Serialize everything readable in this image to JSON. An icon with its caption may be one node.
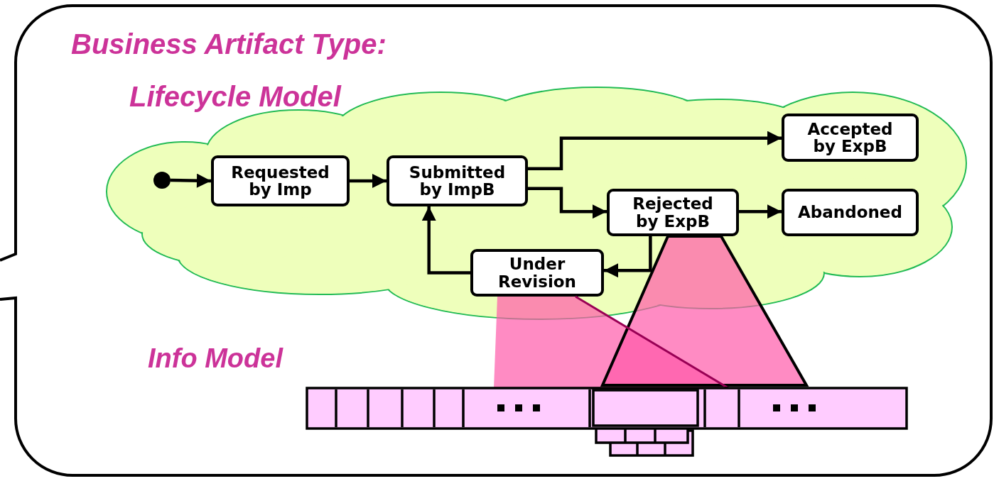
{
  "diagram": {
    "nodes": [
      {
        "text": [
          "Business Artifact Type:"
        ]
      },
      {
        "text": [
          "Lifecycle Model"
        ],
        "in": 0
      },
      {
        "text": [],
        "shape": "circle",
        "in": 1
      },
      {
        "text": [
          "Requested by Imp"
        ],
        "in": 1
      },
      {
        "text": [
          "Submitted by ImpB"
        ],
        "in": 1
      },
      {
        "text": [
          "Accepted by ExpB"
        ],
        "in": 1
      },
      {
        "text": [
          "Rejected by ExpB"
        ],
        "in": 1
      },
      {
        "text": [
          "Abandoned"
        ],
        "in": 1
      },
      {
        "text": [
          "Under Revision"
        ],
        "in": 1
      }
    ],
    "edges": [
      {
        "from": 2,
        "to": 3,
        "arrow": "to"
      },
      {
        "from": 3,
        "to": 4,
        "arrow": "to"
      },
      {
        "from": 4,
        "to": 5,
        "arrow": "to"
      },
      {
        "from": 4,
        "to": 6,
        "arrow": "to"
      },
      {
        "from": 6,
        "to": 7,
        "arrow": "to"
      },
      {
        "from": 6,
        "to": 8,
        "arrow": "to"
      },
      {
        "from": 8,
        "to": 4,
        "arrow": "to"
      }
    ],
    "labels": [
      "Info Model"
    ]
  }
}
